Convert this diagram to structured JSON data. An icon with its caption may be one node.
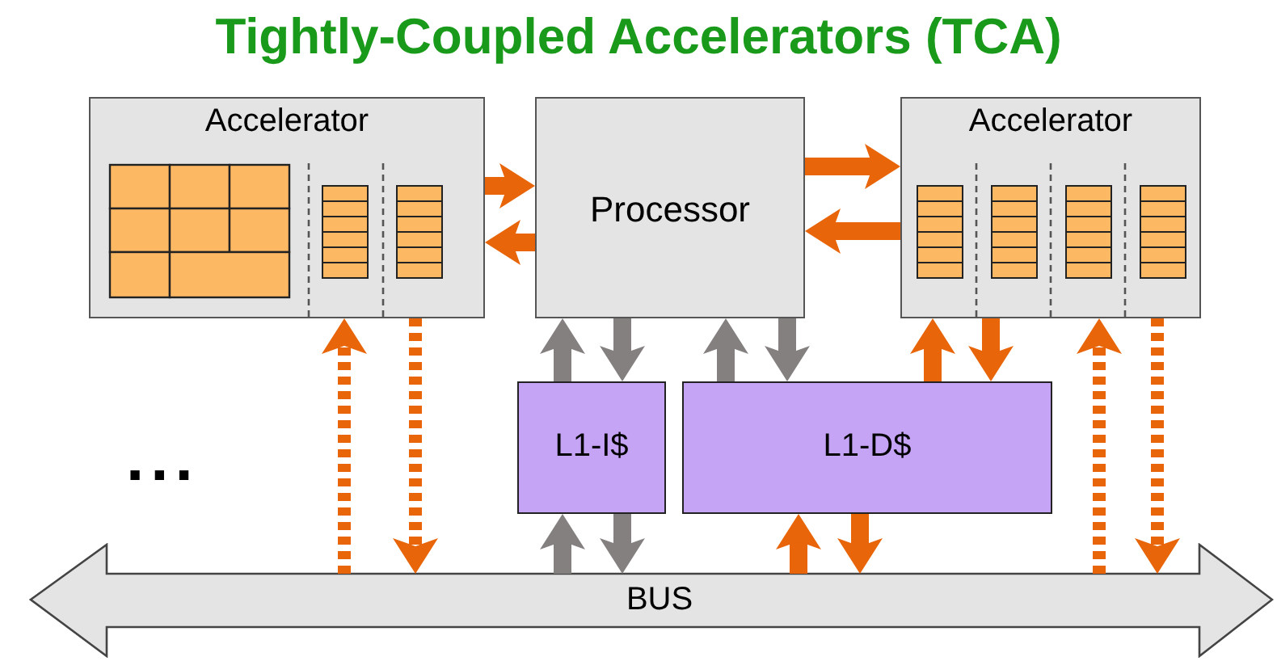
{
  "diagram": {
    "title": "Tightly-Coupled Accelerators (TCA)",
    "nodes": [
      {
        "text": [
          "Accelerator"
        ]
      },
      {
        "text": [
          "Processor"
        ]
      },
      {
        "text": [
          "Accelerator"
        ]
      },
      {
        "text": [
          "L1-I$"
        ]
      },
      {
        "text": [
          "L1-D$"
        ]
      },
      {
        "text": [
          "BUS"
        ]
      }
    ],
    "edges": [
      {
        "from": 0,
        "to": 1,
        "arrow": "to"
      },
      {
        "from": 1,
        "to": 0,
        "arrow": "to"
      },
      {
        "from": 1,
        "to": 2,
        "arrow": "to"
      },
      {
        "from": 2,
        "to": 1,
        "arrow": "to"
      },
      {
        "from": 3,
        "to": 1,
        "arrow": "to",
        "color": "#858080"
      },
      {
        "from": 1,
        "to": 3,
        "arrow": "to",
        "color": "#858080"
      },
      {
        "from": 4,
        "to": 1,
        "arrow": "to",
        "color": "#858080"
      },
      {
        "from": 1,
        "to": 4,
        "arrow": "to",
        "color": "#858080"
      },
      {
        "from": 4,
        "to": 2,
        "arrow": "to"
      },
      {
        "from": 2,
        "to": 4,
        "arrow": "to"
      },
      {
        "from": 5,
        "to": 0,
        "arrow": "to",
        "style": "dashed"
      },
      {
        "from": 0,
        "to": 5,
        "arrow": "to",
        "style": "dashed"
      },
      {
        "from": 5,
        "to": 3,
        "arrow": "to",
        "color": "#858080"
      },
      {
        "from": 3,
        "to": 5,
        "arrow": "to",
        "color": "#858080"
      },
      {
        "from": 5,
        "to": 4,
        "arrow": "to"
      },
      {
        "from": 4,
        "to": 5,
        "arrow": "to"
      },
      {
        "from": 5,
        "to": 2,
        "arrow": "to",
        "style": "dashed"
      },
      {
        "from": 2,
        "to": 5,
        "arrow": "to",
        "style": "dashed"
      }
    ],
    "labels": [
      "..."
    ]
  }
}
